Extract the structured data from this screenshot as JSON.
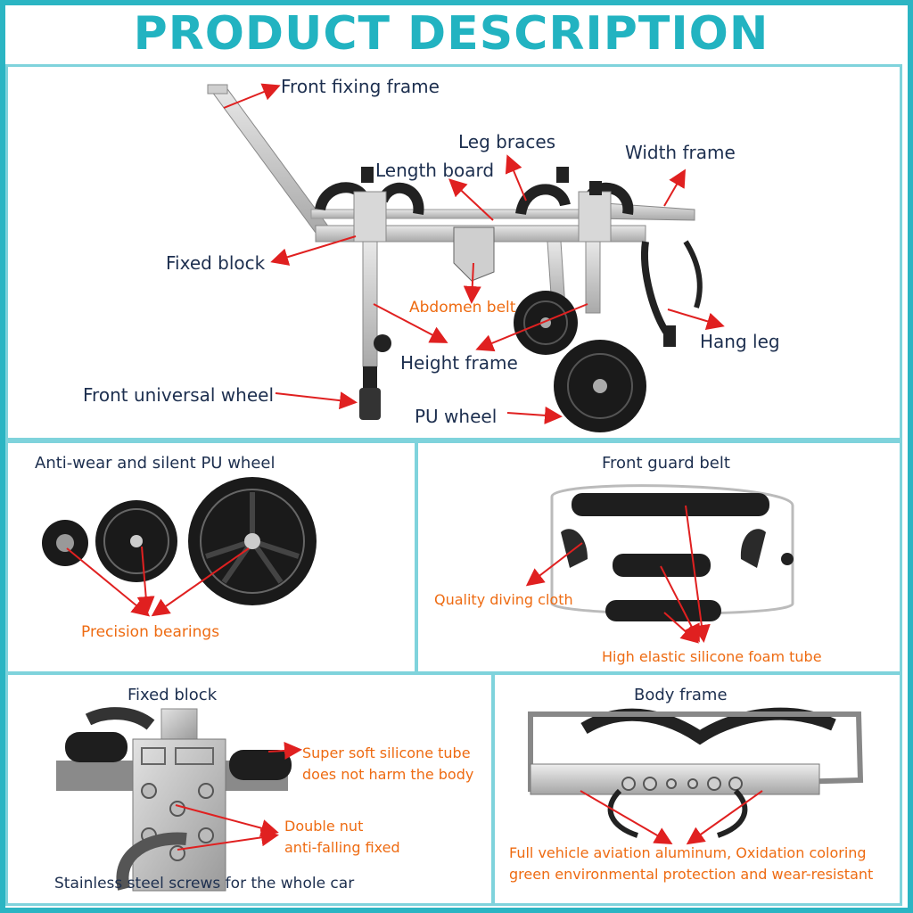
{
  "title": "PRODUCT DESCRIPTION",
  "colors": {
    "accent": "#2bb5c3",
    "arrow": "#e02020",
    "label_dark": "#1d2f4f",
    "label_orange": "#ee6b12"
  },
  "main": {
    "labels": {
      "front_fixing_frame": "Front fixing frame",
      "leg_braces": "Leg braces",
      "width_frame": "Width frame",
      "length_board": "Length board",
      "fixed_block": "Fixed block",
      "abdomen_belt": "Abdomen belt",
      "hang_leg": "Hang leg",
      "height_frame": "Height frame",
      "front_universal_wheel": "Front universal wheel",
      "pu_wheel": "PU wheel"
    }
  },
  "wheel_panel": {
    "heading": "Anti-wear and silent PU wheel",
    "note": "Precision bearings"
  },
  "guard_panel": {
    "heading": "Front guard belt",
    "note_cloth": "Quality diving cloth",
    "note_tube": "High elastic silicone foam tube"
  },
  "block_panel": {
    "heading": "Fixed block",
    "note_tube_1": "Super soft silicone tube",
    "note_tube_2": "does not harm the body",
    "note_nut_1": "Double nut",
    "note_nut_2": "anti-falling fixed",
    "footer": "Stainless steel screws for the whole car"
  },
  "body_panel": {
    "heading": "Body frame",
    "note_1": "Full vehicle aviation aluminum, Oxidation coloring",
    "note_2": "green environmental protection and wear-resistant"
  }
}
